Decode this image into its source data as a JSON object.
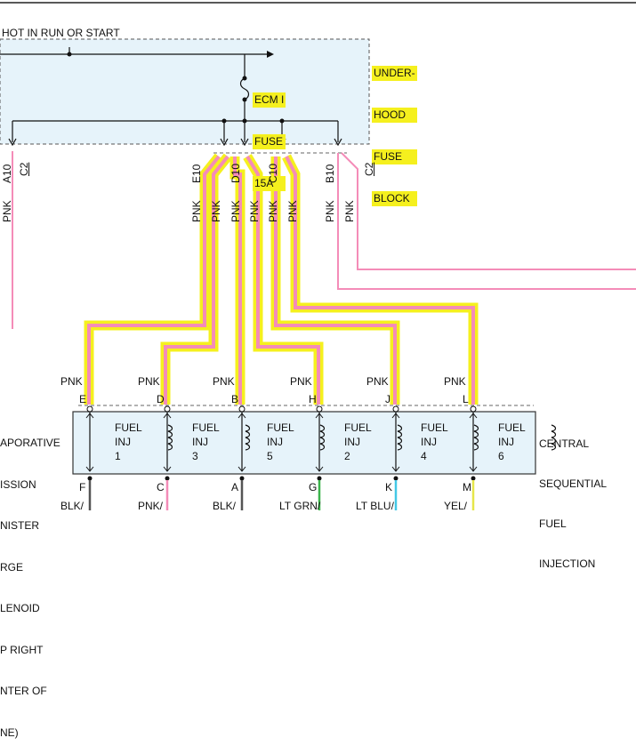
{
  "colors": {
    "pink": "#f48cb8",
    "highlight": "#f5f01e",
    "box_fill": "#e6f3fa",
    "green": "#3cb44b",
    "lightblue": "#44c8e6",
    "yellow": "#e6e64a"
  },
  "header": {
    "hot_in_run_label": "HOT IN RUN OR START"
  },
  "fuse_block": {
    "title_line1": "UNDER-",
    "title_line2": "HOOD",
    "title_line3": "FUSE",
    "title_line4": "BLOCK",
    "fuse_line1": "ECM I",
    "fuse_line2": "FUSE",
    "fuse_line3": "15A"
  },
  "connector_pins": [
    {
      "pin": "A10",
      "conn": "C2",
      "wire": "PNK"
    },
    {
      "pin": "E10",
      "conn": "",
      "wire": "PNK"
    },
    {
      "pin": "D10",
      "conn": "",
      "wire": "PNK"
    },
    {
      "pin": "C10",
      "conn": "",
      "wire": "PNK"
    },
    {
      "pin": "B10",
      "conn": "C2",
      "wire": "PNK"
    }
  ],
  "injectors": [
    {
      "wire_top": "PNK",
      "pin_top": "E",
      "label1": "FUEL",
      "label2": "INJ",
      "label3": "1",
      "pin_bottom": "F",
      "wire_bottom": "BLK/"
    },
    {
      "wire_top": "PNK",
      "pin_top": "D",
      "label1": "FUEL",
      "label2": "INJ",
      "label3": "3",
      "pin_bottom": "C",
      "wire_bottom": "PNK/"
    },
    {
      "wire_top": "PNK",
      "pin_top": "B",
      "label1": "FUEL",
      "label2": "INJ",
      "label3": "5",
      "pin_bottom": "A",
      "wire_bottom": "BLK/"
    },
    {
      "wire_top": "PNK",
      "pin_top": "H",
      "label1": "FUEL",
      "label2": "INJ",
      "label3": "2",
      "pin_bottom": "G",
      "wire_bottom": "LT GRN/"
    },
    {
      "wire_top": "PNK",
      "pin_top": "J",
      "label1": "FUEL",
      "label2": "INJ",
      "label3": "4",
      "pin_bottom": "K",
      "wire_bottom": "LT BLU/"
    },
    {
      "wire_top": "PNK",
      "pin_top": "L",
      "label1": "FUEL",
      "label2": "INJ",
      "label3": "6",
      "pin_bottom": "M",
      "wire_bottom": "YEL/"
    }
  ],
  "csfi": {
    "line1": "CENTRAL",
    "line2": "SEQUENTIAL",
    "line3": "FUEL",
    "line4": "INJECTION"
  },
  "left_component": {
    "line1": "APORATIVE",
    "line2": "ISSION",
    "line3": "NISTER",
    "line4": "RGE",
    "line5": "LENOID",
    "line6": "P RIGHT",
    "line7": "NTER OF",
    "line8": "NE)"
  }
}
